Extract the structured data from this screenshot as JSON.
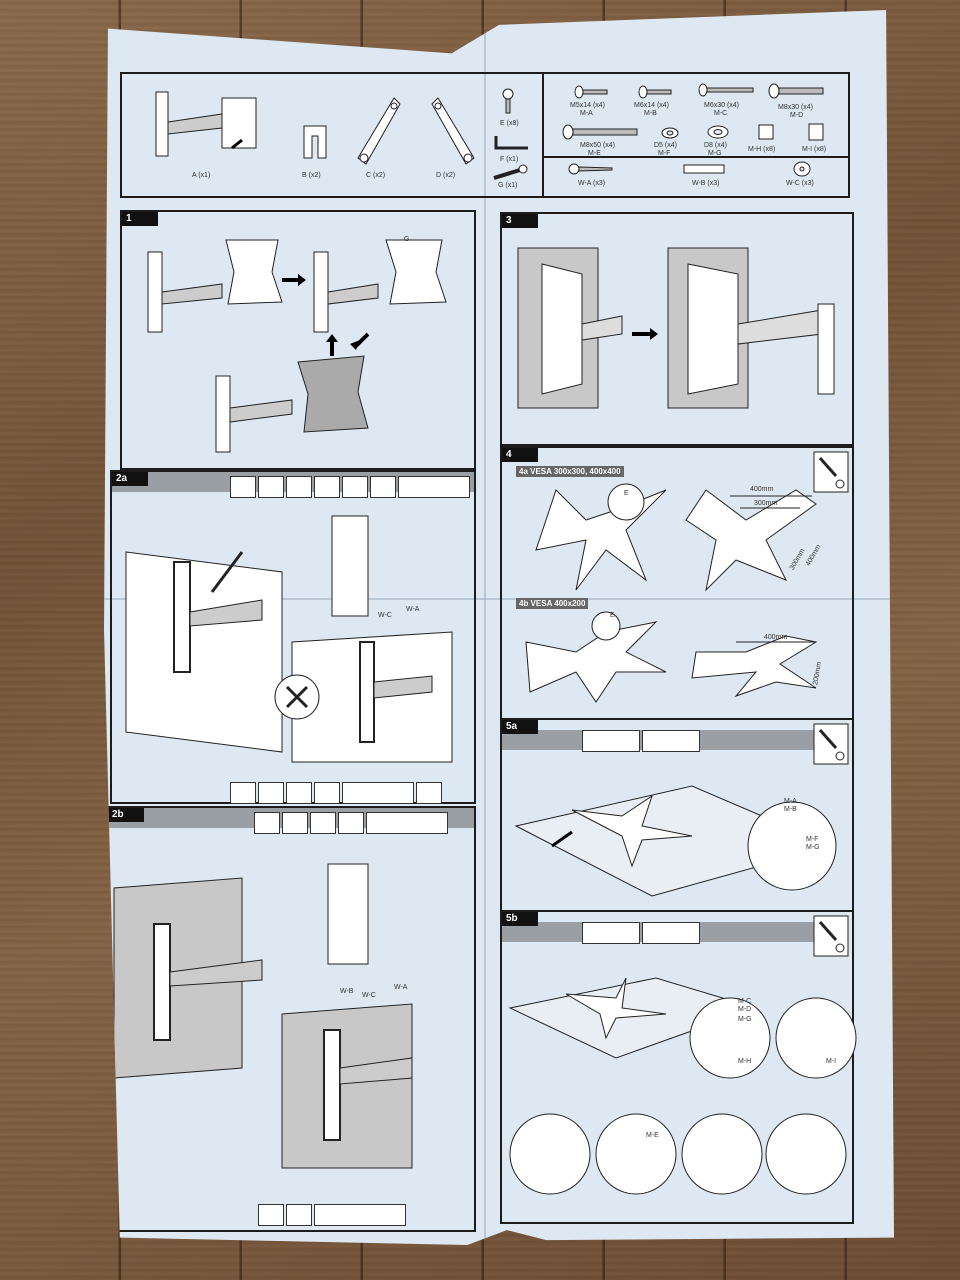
{
  "parts": {
    "a": "A (x1)",
    "b": "B (x2)",
    "c": "C (x2)",
    "d": "D (x2)",
    "e": "E (x8)",
    "f": "F (x1)",
    "g": "G (x1)",
    "ma_size": "M5x14 (x4)",
    "ma": "M-A",
    "mb_size": "M6x14 (x4)",
    "mb": "M-B",
    "mc_size": "M6x30 (x4)",
    "mc": "M-C",
    "md_size": "M8x30 (x4)",
    "md": "M-D",
    "me_size": "M8x50 (x4)",
    "me": "M-E",
    "mf_size": "D5 (x4)",
    "mf": "M-F",
    "mg_size": "D8 (x4)",
    "mg": "M-G",
    "mh": "M-H (x8)",
    "mi": "M-I (x8)",
    "wa": "W-A (x3)",
    "wb": "W-B (x3)",
    "wc": "W-C (x3)"
  },
  "steps": {
    "s1": "1",
    "s2a": "2a",
    "s2b": "2b",
    "s3": "3",
    "s4": "4",
    "s5a": "5a",
    "s5b": "5b"
  },
  "step1": {
    "g": "G"
  },
  "step2": {
    "wa": "W-A",
    "wb": "W-B",
    "wc": "W-C"
  },
  "step4": {
    "vesa_a": "4a VESA 300x300, 400x400",
    "vesa_b": "4b VESA 400x200",
    "e": "E",
    "d400": "400mm",
    "d300": "300mm",
    "d400v": "400mm",
    "d300v": "300mm",
    "d400b": "400mm",
    "d200": "200mm"
  },
  "step5": {
    "ma": "M-A",
    "mb": "M-B",
    "mc": "M-C",
    "md": "M-D",
    "me": "M-E",
    "mf": "M-F",
    "mg": "M-G",
    "mh": "M-H",
    "mi": "M-I"
  },
  "colors": {
    "paper": "#dde8f2",
    "ink": "#1c1c1c",
    "bar": "#9a9fa6"
  }
}
